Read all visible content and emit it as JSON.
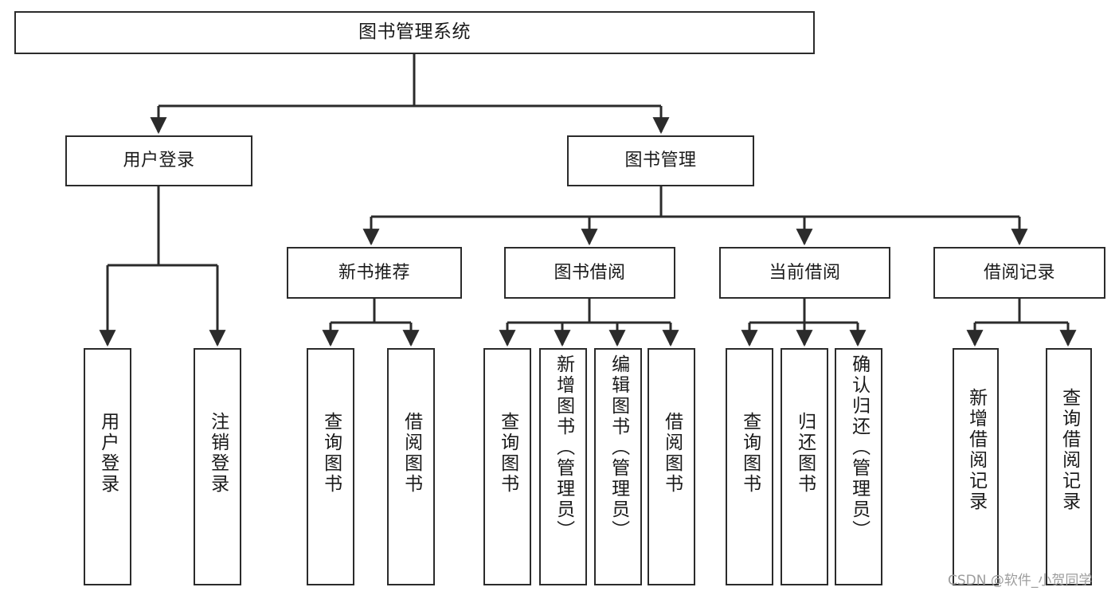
{
  "diagram": {
    "type": "tree",
    "title": "图书管理系统",
    "orientation": "top-down",
    "nodes": {
      "root": {
        "label": "图书管理系统",
        "level": 0
      },
      "user_login": {
        "label": "用户登录",
        "level": 1
      },
      "book_manage": {
        "label": "图书管理",
        "level": 1
      },
      "new_book_rec": {
        "label": "新书推荐",
        "level": 2
      },
      "book_borrow": {
        "label": "图书借阅",
        "level": 2
      },
      "current_borrow": {
        "label": "当前借阅",
        "level": 2
      },
      "borrow_record": {
        "label": "借阅记录",
        "level": 2
      },
      "leaf_user_login": {
        "label": "用户登录",
        "level": 3
      },
      "leaf_user_logout": {
        "label": "注销登录",
        "level": 3
      },
      "leaf_query_book_1": {
        "label": "查询图书",
        "level": 3
      },
      "leaf_borrow_book_1": {
        "label": "借阅图书",
        "level": 3
      },
      "leaf_query_book_2": {
        "label": "查询图书",
        "level": 3
      },
      "leaf_add_book": {
        "label": "新增图书（管理员）",
        "level": 3
      },
      "leaf_edit_book": {
        "label": "编辑图书（管理员）",
        "level": 3
      },
      "leaf_borrow_book_2": {
        "label": "借阅图书",
        "level": 3
      },
      "leaf_query_book_3": {
        "label": "查询图书",
        "level": 3
      },
      "leaf_return_book": {
        "label": "归还图书",
        "level": 3
      },
      "leaf_confirm_return": {
        "label": "确认归还（管理员）",
        "level": 3
      },
      "leaf_add_record": {
        "label": "新增借阅记录",
        "level": 3
      },
      "leaf_query_record": {
        "label": "查询借阅记录",
        "level": 3
      }
    },
    "edges": [
      {
        "from": "root",
        "to": "user_login"
      },
      {
        "from": "root",
        "to": "book_manage"
      },
      {
        "from": "user_login",
        "to": "leaf_user_login"
      },
      {
        "from": "user_login",
        "to": "leaf_user_logout"
      },
      {
        "from": "book_manage",
        "to": "new_book_rec"
      },
      {
        "from": "book_manage",
        "to": "book_borrow"
      },
      {
        "from": "book_manage",
        "to": "current_borrow"
      },
      {
        "from": "book_manage",
        "to": "borrow_record"
      },
      {
        "from": "new_book_rec",
        "to": "leaf_query_book_1"
      },
      {
        "from": "new_book_rec",
        "to": "leaf_borrow_book_1"
      },
      {
        "from": "book_borrow",
        "to": "leaf_query_book_2"
      },
      {
        "from": "book_borrow",
        "to": "leaf_add_book"
      },
      {
        "from": "book_borrow",
        "to": "leaf_edit_book"
      },
      {
        "from": "book_borrow",
        "to": "leaf_borrow_book_2"
      },
      {
        "from": "current_borrow",
        "to": "leaf_query_book_3"
      },
      {
        "from": "current_borrow",
        "to": "leaf_return_book"
      },
      {
        "from": "current_borrow",
        "to": "leaf_confirm_return"
      },
      {
        "from": "borrow_record",
        "to": "leaf_add_record"
      },
      {
        "from": "borrow_record",
        "to": "leaf_query_record"
      }
    ],
    "colors": {
      "box_border": "#2b2b2b",
      "box_fill": "#ffffff",
      "connector": "#2b2b2b",
      "text": "#1a1a1a",
      "watermark": "#9d9d9d"
    }
  },
  "watermark": {
    "text": "CSDN @软件_小贺同学"
  }
}
